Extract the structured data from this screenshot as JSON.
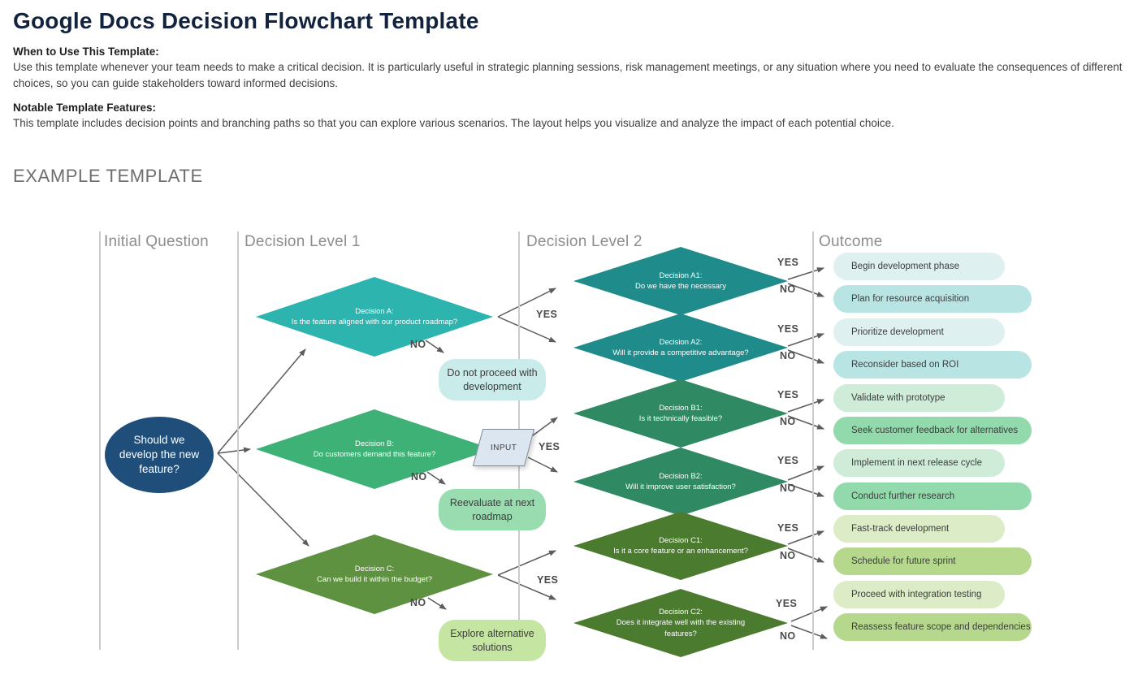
{
  "header": {
    "title": "Google Docs Decision Flowchart Template",
    "sections": [
      {
        "heading": "When to Use This Template:",
        "body": "Use this template whenever your team needs to make a critical decision. It is particularly useful in strategic planning sessions, risk management meetings, or any situation where you need to evaluate the consequences of different choices, so you can guide stakeholders toward informed decisions."
      },
      {
        "heading": "Notable Template Features:",
        "body": "This template includes decision points and branching paths so that you can explore various scenarios. The layout helps you visualize and analyze the impact of each potential choice."
      }
    ],
    "example_label": "EXAMPLE TEMPLATE"
  },
  "flowchart": {
    "columns": [
      {
        "label": "Initial Question"
      },
      {
        "label": "Decision Level 1"
      },
      {
        "label": "Decision Level 2"
      },
      {
        "label": "Outcome"
      }
    ],
    "labels": {
      "yes": "YES",
      "no": "NO"
    },
    "arrow_color": "#5c5c5c",
    "start": {
      "text": "Should we develop the new feature?",
      "color": "#1E4E79"
    },
    "level1": [
      {
        "title": "Decision A:",
        "question": "Is the feature aligned with our product roadmap?",
        "color": "#2DB4AE"
      },
      {
        "title": "Decision B:",
        "question": "Do customers demand this feature?",
        "color": "#3EB176"
      },
      {
        "title": "Decision C:",
        "question": "Can we build it within the budget?",
        "color": "#5E9140"
      }
    ],
    "level2": [
      {
        "title": "Decision A1:",
        "question": "Do we have the necessary",
        "color": "#1F8B8B"
      },
      {
        "title": "Decision A2:",
        "question": "Will it provide a competitive advantage?",
        "color": "#1F8B8B"
      },
      {
        "title": "Decision B1:",
        "question": "Is it technically feasible?",
        "color": "#2F8A63"
      },
      {
        "title": "Decision B2:",
        "question": "Will it improve user satisfaction?",
        "color": "#2F8A63"
      },
      {
        "title": "Decision C1:",
        "question": "Is it a core feature or an enhancement?",
        "color": "#4A7B2E"
      },
      {
        "title": "Decision C2:",
        "question": "Does it integrate well with the existing features?",
        "color": "#4A7B2E"
      }
    ],
    "input_shape": {
      "label": "INPUT",
      "color": "#DCE6F1"
    },
    "notes": [
      {
        "text": "Do not proceed with development",
        "color": "#C9EBE9"
      },
      {
        "text": "Reevaluate at next roadmap",
        "color": "#98DCB0"
      },
      {
        "text": "Explore alternative solutions",
        "color": "#C5E5A3"
      }
    ],
    "outcomes": [
      {
        "text": "Begin development phase",
        "color": "#DEF0F0"
      },
      {
        "text": "Plan for resource acquisition",
        "color": "#B8E5E3"
      },
      {
        "text": "Prioritize development",
        "color": "#DEF0F0"
      },
      {
        "text": "Reconsider based on ROI",
        "color": "#B8E5E3"
      },
      {
        "text": "Validate with prototype",
        "color": "#CFECD9"
      },
      {
        "text": "Seek customer feedback for alternatives",
        "color": "#92DAAB"
      },
      {
        "text": "Implement in next release cycle",
        "color": "#CFECD9"
      },
      {
        "text": "Conduct further research",
        "color": "#92DAAB"
      },
      {
        "text": "Fast-track development",
        "color": "#DBECC6"
      },
      {
        "text": "Schedule for future sprint",
        "color": "#B5D88D"
      },
      {
        "text": "Proceed with integration testing",
        "color": "#DBECC6"
      },
      {
        "text": "Reassess feature scope and dependencies",
        "color": "#B5D88D"
      }
    ]
  }
}
